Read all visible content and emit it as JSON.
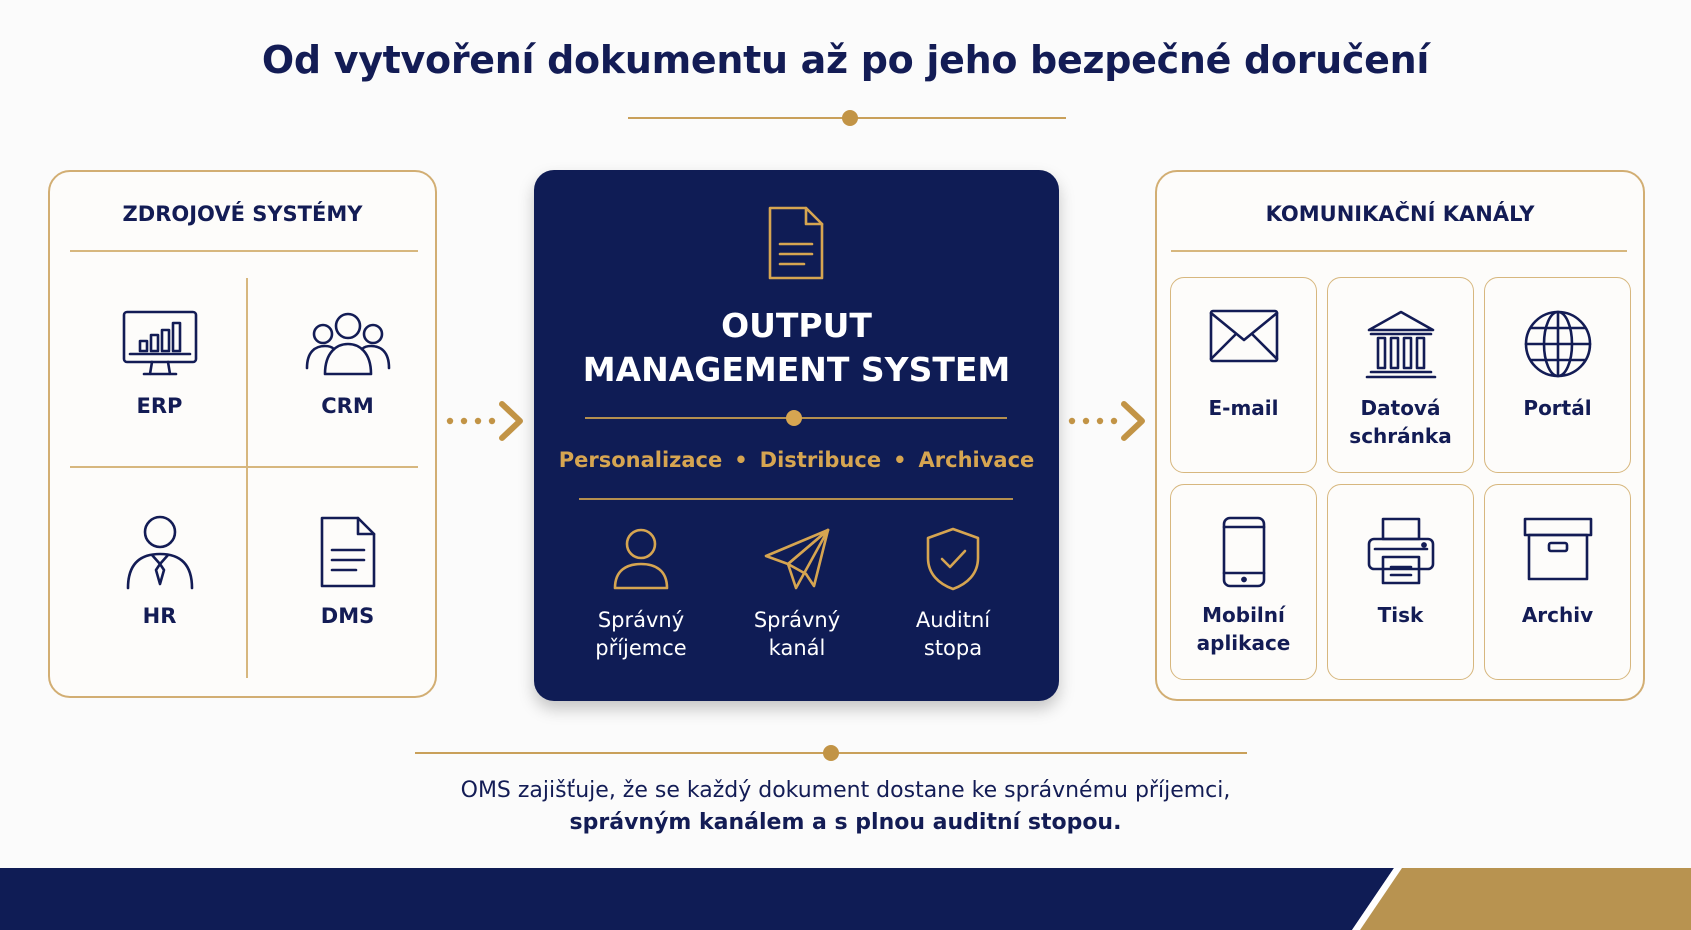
{
  "title": "Od vytvoření dokumentu až po jeho bezpečné doručení",
  "colors": {
    "navy": "#0f1c55",
    "gold": "#c29446",
    "text": "#131c55"
  },
  "left_panel": {
    "title": "ZDROJOVÉ SYSTÉMY",
    "items": [
      {
        "label": "ERP",
        "icon": "monitor-chart-icon"
      },
      {
        "label": "CRM",
        "icon": "users-group-icon"
      },
      {
        "label": "HR",
        "icon": "person-tie-icon"
      },
      {
        "label": "DMS",
        "icon": "document-icon"
      }
    ]
  },
  "center": {
    "icon": "document-icon",
    "title_line1": "OUTPUT",
    "title_line2": "MANAGEMENT SYSTEM",
    "features": [
      "Personalizace",
      "Distribuce",
      "Archivace"
    ],
    "separator": "•",
    "items": [
      {
        "line1": "Správný",
        "line2": "příjemce",
        "icon": "user-icon"
      },
      {
        "line1": "Správný",
        "line2": "kanál",
        "icon": "paper-plane-icon"
      },
      {
        "line1": "Auditní",
        "line2": "stopa",
        "icon": "shield-check-icon"
      }
    ]
  },
  "right_panel": {
    "title": "KOMUNIKAČNÍ KANÁLY",
    "tiles": [
      {
        "line1": "E-mail",
        "line2": "",
        "icon": "envelope-icon"
      },
      {
        "line1": "Datová",
        "line2": "schránka",
        "icon": "building-icon"
      },
      {
        "line1": "Portál",
        "line2": "",
        "icon": "globe-icon"
      },
      {
        "line1": "Mobilní",
        "line2": "aplikace",
        "icon": "smartphone-icon"
      },
      {
        "line1": "Tisk",
        "line2": "",
        "icon": "printer-icon"
      },
      {
        "line1": "Archiv",
        "line2": "",
        "icon": "archive-box-icon"
      }
    ]
  },
  "footer": {
    "line1": "OMS zajišťuje, že se každý dokument dostane ke správnému příjemci,",
    "line2": "správným kanálem a s plnou auditní stopou."
  }
}
